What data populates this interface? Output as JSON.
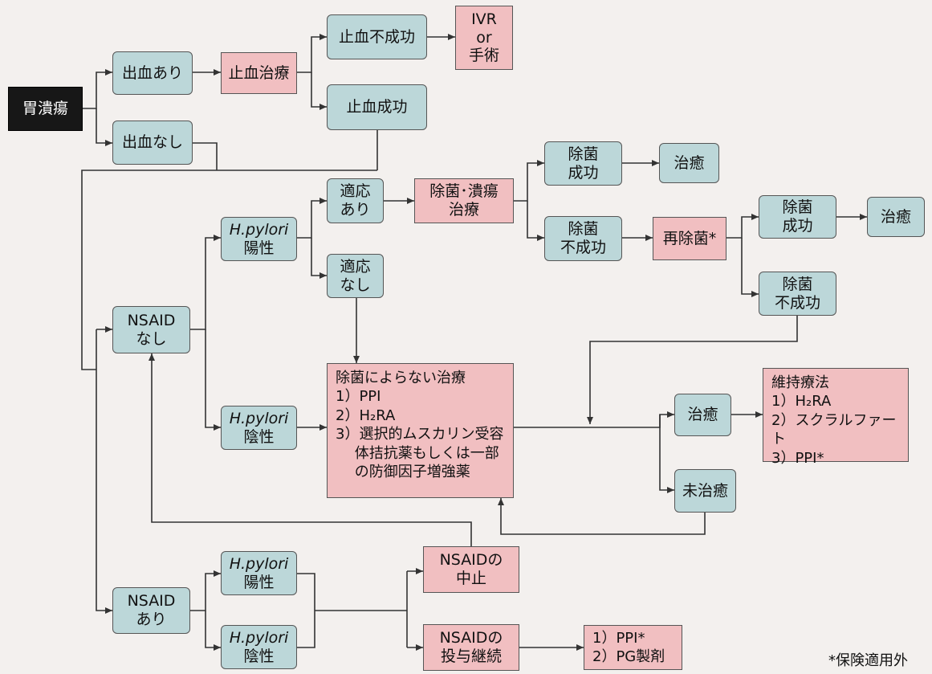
{
  "nodes": {
    "gastric_ulcer": "胃潰瘍",
    "bleeding_yes": "出血あり",
    "bleeding_no": "出血なし",
    "hemostasis_treatment": "止血治療",
    "hemostasis_fail": "止血不成功",
    "hemostasis_success": "止血成功",
    "ivr": [
      "IVR",
      "or",
      "手術"
    ],
    "hp_positive_1": [
      "H.pylori",
      "陽性"
    ],
    "hp_negative_1": [
      "H.pylori",
      "陰性"
    ],
    "indication_yes": [
      "適応",
      "あり"
    ],
    "indication_no": [
      "適応",
      "なし"
    ],
    "eradication_ulcer_tx": [
      "除菌･潰瘍",
      "治療"
    ],
    "erad_success_1": [
      "除菌",
      "成功"
    ],
    "cured_1": "治癒",
    "erad_fail_1": [
      "除菌",
      "不成功"
    ],
    "re_eradication": "再除菌*",
    "erad_success_2": [
      "除菌",
      "成功"
    ],
    "cured_2": "治癒",
    "erad_fail_2": [
      "除菌",
      "不成功"
    ],
    "nsaid_no": [
      "NSAID",
      "なし"
    ],
    "non_erad_tx": [
      "除菌によらない治療",
      "1）PPI",
      "2）H₂RA",
      "3）選択的ムスカリン受容",
      "　 体拮抗薬もしくは一部",
      "　 の防御因子増強薬"
    ],
    "cured_3": "治癒",
    "not_cured": "未治癒",
    "maintenance": [
      "維持療法",
      "1）H₂RA",
      "2）スクラルファート",
      "3）PPI*"
    ],
    "nsaid_yes": [
      "NSAID",
      "あり"
    ],
    "hp_positive_2": [
      "H.pylori",
      "陽性"
    ],
    "hp_negative_2": [
      "H.pylori",
      "陰性"
    ],
    "nsaid_stop": [
      "NSAIDの",
      "中止"
    ],
    "nsaid_continue": [
      "NSAIDの",
      "投与継続"
    ],
    "ppi_pg": [
      "1）PPI*",
      "2）PG製剤"
    ]
  },
  "footnote": "*保険適用外",
  "colors": {
    "teal": "#bcd7d9",
    "pink": "#f1bfc1",
    "dark": "#171717",
    "line": "#333333"
  }
}
